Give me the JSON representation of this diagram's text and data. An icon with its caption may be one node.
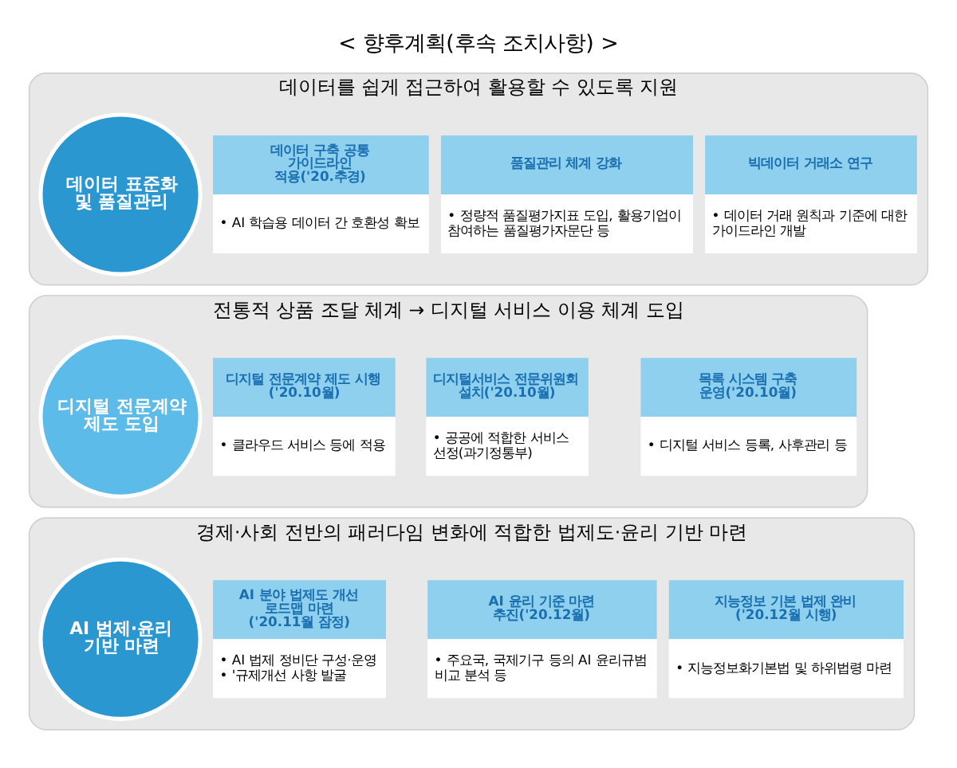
{
  "diagram": {
    "title": "< 향후계획(후속 조치사항) >",
    "nodes": [
      {
        "text": [
          "데이터를 쉽게 접근하여 활용할 수 있도록 지원"
        ]
      },
      {
        "text": [
          "데이터 표준화 및 품질관리"
        ],
        "in": 0
      },
      {
        "text": [
          "데이터 구축 공통 가이드라인 적용('20.추경)",
          "• AI 학습용 데이터 간 호환성 확보"
        ],
        "in": 0
      },
      {
        "text": [
          "품질관리 체계 강화",
          "• 정량적 품질평가지표 도입, 활용기업이 참여하는 품질평가자문단 등"
        ],
        "in": 0
      },
      {
        "text": [
          "빅데이터 거래소 연구",
          "• 데이터 거래 원칙과 기준에 대한 가이드라인 개발"
        ],
        "in": 0
      },
      {
        "text": [
          "전통적 상품 조달 체계 → 디지털 서비스 이용 체계 도입"
        ]
      },
      {
        "text": [
          "디지털 전문계약 제도 도입"
        ],
        "in": 5
      },
      {
        "text": [
          "디지털 전문계약 제도 시행 ('20.10월)",
          "• 클라우드 서비스 등에 적용"
        ],
        "in": 5
      },
      {
        "text": [
          "디지털서비스 전문위원회 설치('20.10월)",
          "• 공공에 적합한 서비스 선정(과기정통부)"
        ],
        "in": 5
      },
      {
        "text": [
          "목록 시스템 구축 운영('20.10월)",
          "• 디지털 서비스 등록, 사후관리 등"
        ],
        "in": 5
      },
      {
        "text": [
          "경제·사회 전반의 패러다임 변화에 적합한 법제도·윤리 기반 마련"
        ]
      },
      {
        "text": [
          "AI 법제·윤리 기반 마련"
        ],
        "in": 10
      },
      {
        "text": [
          "AI 분야 법제도 개선 로드맵 마련 ('20.11월 잠정)",
          "• AI 법제 정비단 구성·운영",
          "• '규제개선 사항 발굴"
        ],
        "in": 10
      },
      {
        "text": [
          "AI 윤리 기준 마련 추진('20.12월)",
          "• 주요국, 국제기구 등의 AI 윤리규범 비교 분석 등"
        ],
        "in": 10
      },
      {
        "text": [
          "지능정보 기본 법제 완비 ('20.12월 시행)",
          "• 지능정보화기본법 및 하위법령 마련"
        ],
        "in": 10
      }
    ],
    "edges": []
  }
}
